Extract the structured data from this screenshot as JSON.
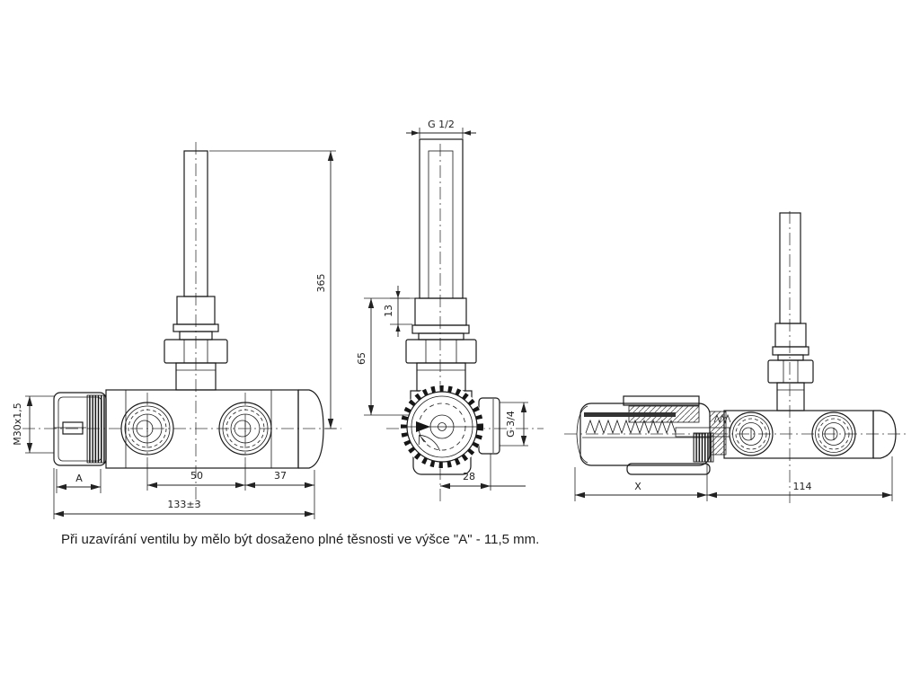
{
  "drawing": {
    "caption": "Při uzavírání ventilu by mělo být dosaženo plné těsnosti ve výšce \"A\" - 11,5 mm.",
    "front_view": {
      "thread_spec": "M30x1,5",
      "height_ref": "A",
      "port_spacing": "50",
      "end_offset": "37",
      "overall_length": "133±3",
      "tube_length": "365"
    },
    "side_view": {
      "tube_thread": "G 1/2",
      "thread_length": "13",
      "height": "65",
      "outlet_thread": "G 3/4",
      "outlet_offset": "28"
    },
    "section_view": {
      "head_length": "X",
      "body_length": "114"
    }
  }
}
